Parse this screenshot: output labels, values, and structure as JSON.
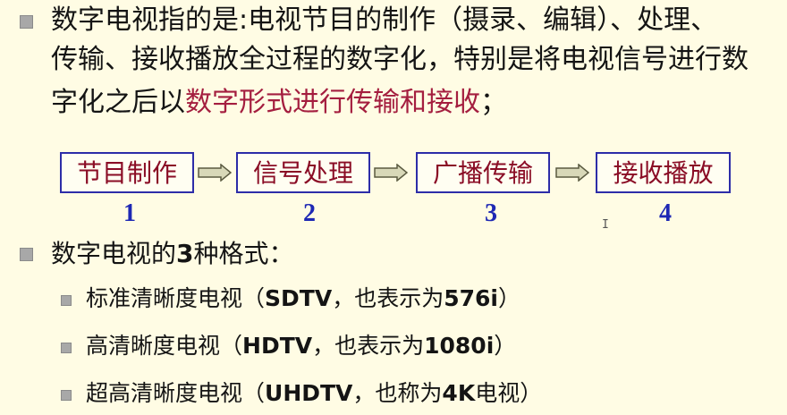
{
  "para1": {
    "line1": "数字电视指的是:电视节目的制作（摄录、编辑）、处理、",
    "line2": "传输、接收播放全过程的数字化，特别是将电视信号进行数",
    "line3_prefix": "字化之后以",
    "line3_highlight": "数字形式进行传输和接收",
    "line3_suffix": "；"
  },
  "flow": {
    "steps": [
      {
        "label": "节目制作",
        "number": "1"
      },
      {
        "label": "信号处理",
        "number": "2"
      },
      {
        "label": "广播传输",
        "number": "3"
      },
      {
        "label": "接收播放",
        "number": "4"
      }
    ]
  },
  "para2": {
    "heading_prefix": "数字电视的",
    "heading_bold": "3",
    "heading_suffix": "种格式：",
    "formats": [
      {
        "prefix": "标准清晰度电视（",
        "bold": "SDTV",
        "middle": "，也表示为",
        "bold2": "576i",
        "suffix": "）"
      },
      {
        "prefix": "高清晰度电视（",
        "bold": "HDTV",
        "middle": "，也表示为",
        "bold2": "1080i",
        "suffix": "）"
      },
      {
        "prefix": "超高清晰度电视（",
        "bold": "UHDTV",
        "middle": "，也称为",
        "bold2": "4K",
        "suffix": "电视）"
      }
    ]
  },
  "colors": {
    "background": "#fffce4",
    "highlight": "#a41e3f",
    "box_border": "#2d2da8",
    "box_text": "#8a0c25",
    "number": "#1e28b4",
    "bullet": "#a8a8a8"
  }
}
